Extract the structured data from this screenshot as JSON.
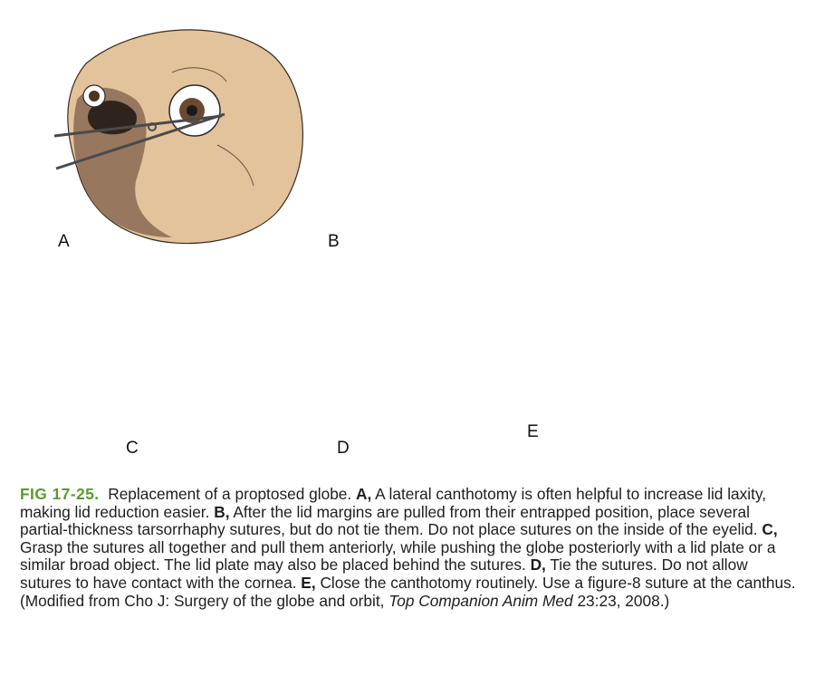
{
  "figure": {
    "labels": {
      "a": "A",
      "b": "B",
      "c": "C",
      "d": "D",
      "e": "E"
    },
    "colors": {
      "skin": "#e3c39b",
      "dark_fur": "#8a6a52",
      "line": "#2b2b2b",
      "arrow": "#5aa44a",
      "tissue": "#c98a8a"
    }
  },
  "caption": {
    "fig_number": "FIG 17-25.",
    "intro": "Replacement of a proptosed globe.",
    "a_label": "A,",
    "a_text": "A lateral canthotomy is often helpful to increase lid laxity, making lid reduction easier.",
    "b_label": "B,",
    "b_text": "After the lid margins are pulled from their entrapped position, place several partial-thickness tarsorrhaphy sutures, but do not tie them. Do not place sutures on the inside of the eyelid.",
    "c_label": "C,",
    "c_text": "Grasp the sutures all together and pull them anteriorly, while pushing the globe posteriorly with a lid plate or a similar broad object. The lid plate may also be placed behind the sutures.",
    "d_label": "D,",
    "d_text": "Tie the sutures. Do not allow sutures to have contact with the cornea.",
    "e_label": "E,",
    "e_text": "Close the canthotomy routinely. Use a figure-8 suture at the canthus. (Modified from Cho J: Surgery of the globe and orbit,",
    "journal": "Top Companion Anim Med",
    "citation_end": "23:23, 2008.)"
  }
}
